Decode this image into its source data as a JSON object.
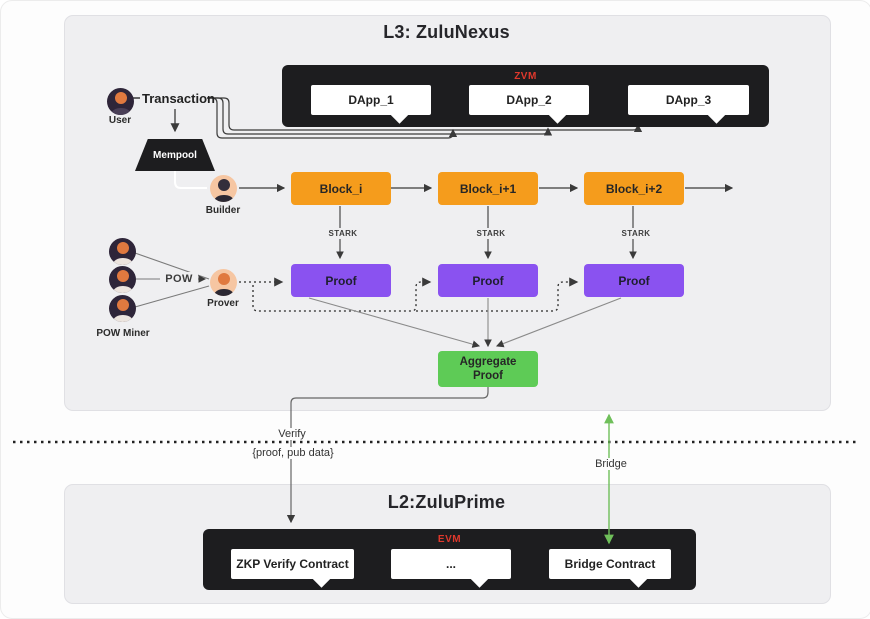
{
  "palette": {
    "panel-bg": "#efeff1",
    "panel-border": "#e0e0e4",
    "dark-box": "#1d1d1f",
    "accent-red": "#df382c",
    "orange": "#f59c1c",
    "purple": "#8a52f0",
    "green": "#5ecb56",
    "bridge-green": "#6fbf5a",
    "line": "#3a3a3a",
    "avatar-dark": "#2e2539",
    "avatar-pink": "#f6c6a2",
    "skin-orange": "#e0793f"
  },
  "l3": {
    "title": "L3: ZuluNexus",
    "zvm": {
      "label": "ZVM",
      "dapps": [
        "DApp_1",
        "DApp_2",
        "DApp_3"
      ]
    },
    "user_label": "User",
    "transaction_label": "Transaction",
    "mempool_label": "Mempool",
    "builder_label": "Builder",
    "blocks": [
      "Block_i",
      "Block_i+1",
      "Block_i+2"
    ],
    "stark_label": "STARK",
    "pow_miner_label": "POW Miner",
    "pow_label": "POW",
    "prover_label": "Prover",
    "proofs": [
      "Proof",
      "Proof",
      "Proof"
    ],
    "aggregate": {
      "line1": "Aggregate",
      "line2": "Proof"
    }
  },
  "separator": {
    "verify_label": "Verify",
    "verify_payload": "{proof, pub data}",
    "bridge_label": "Bridge"
  },
  "l2": {
    "title": "L2:ZuluPrime",
    "evm": {
      "label": "EVM",
      "contracts": [
        "ZKP Verify Contract",
        "...",
        "Bridge Contract"
      ]
    }
  }
}
